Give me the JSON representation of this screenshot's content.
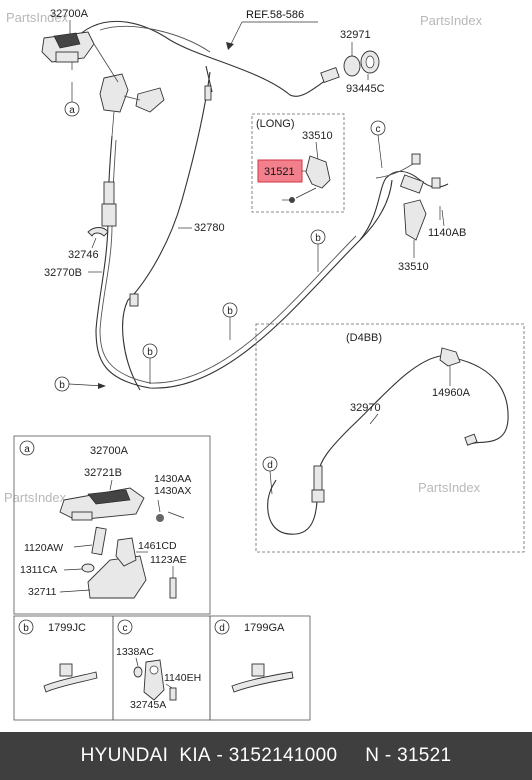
{
  "watermarks": [
    "PartsIndex",
    "PartsIndex",
    "PartsIndex",
    "PartsIndex"
  ],
  "reference": "REF.58-586",
  "labels": {
    "p32700A": "32700A",
    "p32971": "32971",
    "p93445C": "93445C",
    "long": "(LONG)",
    "p33510_top": "33510",
    "p31521": "31521",
    "p32780": "32780",
    "p32746": "32746",
    "p32770B": "32770B",
    "p1140AB": "1140AB",
    "p33510_right": "33510",
    "d4bb": "(D4BB)",
    "p14960A": "14960A",
    "p32970": "32970"
  },
  "callouts": {
    "a": "a",
    "b": "b",
    "c": "c",
    "d": "d"
  },
  "detail_a": {
    "key": "a",
    "title": "32700A",
    "labels": {
      "p32721B": "32721B",
      "p1430AA": "1430AA",
      "p1430AX": "1430AX",
      "p1120AW": "1120AW",
      "p1461CD": "1461CD",
      "p1123AE": "1123AE",
      "p1311CA": "1311CA",
      "p32711": "32711"
    }
  },
  "detail_b": {
    "key": "b",
    "title": "1799JC"
  },
  "detail_c": {
    "key": "c",
    "labels": {
      "p1338AC": "1338AC",
      "p1140EH": "1140EH",
      "p32745A": "32745A"
    }
  },
  "detail_d": {
    "key": "d",
    "title": "1799GA"
  },
  "footer": {
    "brand": "HYUNDAI  KIA",
    "sep": " - ",
    "number": "3152141000",
    "gap": "     ",
    "short": "N - 31521"
  },
  "colors": {
    "highlight": "#f06a78",
    "footer_bg": "#3f3f3f"
  }
}
